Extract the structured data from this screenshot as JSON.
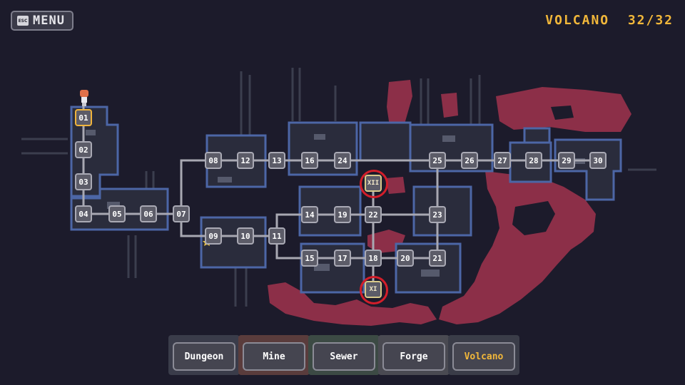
{
  "menu": {
    "esc_label": "ESC",
    "label": "MENU"
  },
  "world": {
    "name": "VOLCANO",
    "progress": "32/32"
  },
  "colors": {
    "background": "#1c1b2b",
    "accent": "#f1b73a",
    "boss_ring": "#d31e2a",
    "lava": "#8c2f48"
  },
  "levels": [
    {
      "id": "01"
    },
    {
      "id": "02"
    },
    {
      "id": "03"
    },
    {
      "id": "04"
    },
    {
      "id": "05"
    },
    {
      "id": "06"
    },
    {
      "id": "07"
    },
    {
      "id": "08"
    },
    {
      "id": "09"
    },
    {
      "id": "10"
    },
    {
      "id": "11"
    },
    {
      "id": "12"
    },
    {
      "id": "13"
    },
    {
      "id": "14"
    },
    {
      "id": "15"
    },
    {
      "id": "16"
    },
    {
      "id": "17"
    },
    {
      "id": "18"
    },
    {
      "id": "19"
    },
    {
      "id": "20"
    },
    {
      "id": "21"
    },
    {
      "id": "22"
    },
    {
      "id": "23"
    },
    {
      "id": "24"
    },
    {
      "id": "25"
    },
    {
      "id": "26"
    },
    {
      "id": "27"
    },
    {
      "id": "28"
    },
    {
      "id": "29"
    },
    {
      "id": "30"
    }
  ],
  "bosses": [
    {
      "id": "XII"
    },
    {
      "id": "XI"
    }
  ],
  "current_level": "01",
  "tabs": [
    {
      "label": "Dungeon"
    },
    {
      "label": "Mine"
    },
    {
      "label": "Sewer"
    },
    {
      "label": "Forge"
    },
    {
      "label": "Volcano",
      "active": true
    }
  ]
}
